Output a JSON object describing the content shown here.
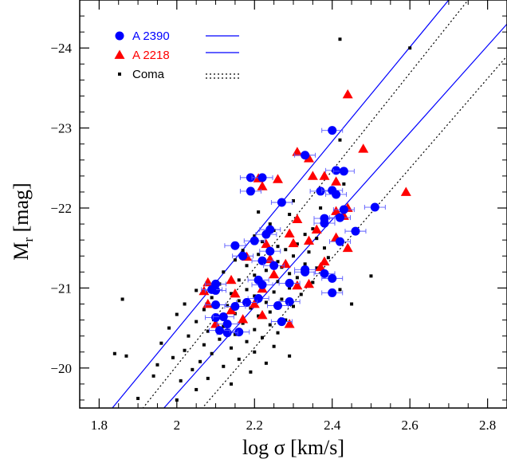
{
  "chart_data": {
    "type": "scatter",
    "xlabel": "log σ [km/s]",
    "ylabel": "M_r [mag]",
    "xlim": [
      1.75,
      2.85
    ],
    "ylim": [
      -24.6,
      -19.5
    ],
    "y_inverted": true,
    "x_ticks": [
      "1.8",
      "2",
      "2.2",
      "2.4",
      "2.6",
      "2.8"
    ],
    "y_ticks": [
      "−24",
      "−23",
      "−22",
      "−21",
      "−20"
    ],
    "x_tick_values": [
      1.8,
      2.0,
      2.2,
      2.4,
      2.6,
      2.8
    ],
    "y_tick_values": [
      -24,
      -23,
      -22,
      -21,
      -20
    ],
    "legend_position": "top-left",
    "series": [
      {
        "name": "A 2390",
        "marker": "circle",
        "color": "#0000ff",
        "error_bars": true,
        "line_style": "solid",
        "points": [
          [
            2.4,
            -22.97
          ],
          [
            2.33,
            -22.66
          ],
          [
            2.41,
            -22.47
          ],
          [
            2.43,
            -22.46
          ],
          [
            2.19,
            -22.38
          ],
          [
            2.22,
            -22.38
          ],
          [
            2.19,
            -22.21
          ],
          [
            2.37,
            -22.21
          ],
          [
            2.4,
            -22.22
          ],
          [
            2.41,
            -22.17
          ],
          [
            2.27,
            -22.07
          ],
          [
            2.51,
            -22.01
          ],
          [
            2.43,
            -21.98
          ],
          [
            2.42,
            -21.88
          ],
          [
            2.38,
            -21.87
          ],
          [
            2.38,
            -21.81
          ],
          [
            2.24,
            -21.73
          ],
          [
            2.46,
            -21.71
          ],
          [
            2.23,
            -21.67
          ],
          [
            2.2,
            -21.59
          ],
          [
            2.42,
            -21.58
          ],
          [
            2.15,
            -21.53
          ],
          [
            2.24,
            -21.46
          ],
          [
            2.17,
            -21.4
          ],
          [
            2.22,
            -21.34
          ],
          [
            2.25,
            -21.28
          ],
          [
            2.33,
            -21.23
          ],
          [
            2.33,
            -21.2
          ],
          [
            2.38,
            -21.18
          ],
          [
            2.4,
            -21.12
          ],
          [
            2.21,
            -21.1
          ],
          [
            2.29,
            -21.06
          ],
          [
            2.1,
            -21.05
          ],
          [
            2.22,
            -21.04
          ],
          [
            2.1,
            -20.97
          ],
          [
            2.09,
            -20.98
          ],
          [
            2.4,
            -20.94
          ],
          [
            2.21,
            -20.87
          ],
          [
            2.29,
            -20.83
          ],
          [
            2.18,
            -20.82
          ],
          [
            2.1,
            -20.79
          ],
          [
            2.26,
            -20.78
          ],
          [
            2.15,
            -20.77
          ],
          [
            2.1,
            -20.63
          ],
          [
            2.12,
            -20.64
          ],
          [
            2.27,
            -20.58
          ],
          [
            2.13,
            -20.55
          ],
          [
            2.16,
            -20.45
          ],
          [
            2.13,
            -20.44
          ],
          [
            2.11,
            -20.47
          ]
        ]
      },
      {
        "name": "A 2218",
        "marker": "triangle",
        "color": "#ff0000",
        "line_style": "solid",
        "points": [
          [
            2.44,
            -23.42
          ],
          [
            2.48,
            -22.74
          ],
          [
            2.31,
            -22.7
          ],
          [
            2.34,
            -22.62
          ],
          [
            2.35,
            -22.4
          ],
          [
            2.21,
            -22.37
          ],
          [
            2.26,
            -22.36
          ],
          [
            2.22,
            -22.27
          ],
          [
            2.59,
            -22.2
          ],
          [
            2.41,
            -22.33
          ],
          [
            2.38,
            -22.4
          ],
          [
            2.44,
            -22.0
          ],
          [
            2.41,
            -21.96
          ],
          [
            2.43,
            -21.9
          ],
          [
            2.31,
            -21.86
          ],
          [
            2.36,
            -21.73
          ],
          [
            2.29,
            -21.68
          ],
          [
            2.3,
            -21.56
          ],
          [
            2.34,
            -21.59
          ],
          [
            2.23,
            -21.55
          ],
          [
            2.41,
            -21.63
          ],
          [
            2.44,
            -21.5
          ],
          [
            2.18,
            -21.39
          ],
          [
            2.24,
            -21.36
          ],
          [
            2.28,
            -21.3
          ],
          [
            2.38,
            -21.33
          ],
          [
            2.37,
            -21.26
          ],
          [
            2.14,
            -21.1
          ],
          [
            2.25,
            -21.17
          ],
          [
            2.31,
            -21.03
          ],
          [
            2.34,
            -21.05
          ],
          [
            2.08,
            -21.07
          ],
          [
            2.22,
            -20.99
          ],
          [
            2.15,
            -20.93
          ],
          [
            2.07,
            -20.96
          ],
          [
            2.2,
            -20.8
          ],
          [
            2.08,
            -20.8
          ],
          [
            2.14,
            -20.72
          ],
          [
            2.22,
            -20.66
          ],
          [
            2.17,
            -20.61
          ],
          [
            2.1,
            -20.55
          ],
          [
            2.29,
            -20.55
          ]
        ]
      },
      {
        "name": "Coma",
        "marker": "square",
        "color": "#000000",
        "line_style": "dotted",
        "points": [
          [
            2.42,
            -24.11
          ],
          [
            2.6,
            -24.0
          ],
          [
            2.42,
            -22.85
          ],
          [
            2.41,
            -22.34
          ],
          [
            2.43,
            -22.3
          ],
          [
            2.3,
            -22.09
          ],
          [
            2.37,
            -22.0
          ],
          [
            2.21,
            -21.95
          ],
          [
            2.29,
            -21.92
          ],
          [
            2.31,
            -21.86
          ],
          [
            2.38,
            -21.8
          ],
          [
            2.24,
            -21.8
          ],
          [
            2.35,
            -21.74
          ],
          [
            2.25,
            -21.72
          ],
          [
            2.33,
            -21.67
          ],
          [
            2.2,
            -21.65
          ],
          [
            2.36,
            -21.62
          ],
          [
            2.22,
            -21.58
          ],
          [
            2.31,
            -21.55
          ],
          [
            2.26,
            -21.52
          ],
          [
            2.38,
            -21.5
          ],
          [
            2.28,
            -21.48
          ],
          [
            2.17,
            -21.47
          ],
          [
            2.34,
            -21.45
          ],
          [
            2.21,
            -21.42
          ],
          [
            2.3,
            -21.4
          ],
          [
            2.39,
            -21.38
          ],
          [
            2.15,
            -21.35
          ],
          [
            2.26,
            -21.33
          ],
          [
            2.33,
            -21.3
          ],
          [
            2.18,
            -21.28
          ],
          [
            2.27,
            -21.26
          ],
          [
            2.36,
            -21.25
          ],
          [
            2.23,
            -21.22
          ],
          [
            2.12,
            -21.2
          ],
          [
            2.29,
            -21.18
          ],
          [
            2.2,
            -21.16
          ],
          [
            2.31,
            -21.13
          ],
          [
            2.16,
            -21.1
          ],
          [
            2.26,
            -21.08
          ],
          [
            2.35,
            -21.07
          ],
          [
            2.11,
            -21.05
          ],
          [
            2.22,
            -21.02
          ],
          [
            2.29,
            -21.0
          ],
          [
            2.18,
            -20.98
          ],
          [
            2.05,
            -20.97
          ],
          [
            2.25,
            -20.95
          ],
          [
            2.14,
            -20.93
          ],
          [
            2.32,
            -20.92
          ],
          [
            2.2,
            -20.9
          ],
          [
            2.09,
            -20.88
          ],
          [
            2.27,
            -20.86
          ],
          [
            2.16,
            -20.84
          ],
          [
            2.23,
            -20.82
          ],
          [
            2.02,
            -20.8
          ],
          [
            2.13,
            -20.78
          ],
          [
            2.3,
            -20.77
          ],
          [
            2.19,
            -20.75
          ],
          [
            2.07,
            -20.73
          ],
          [
            2.24,
            -20.7
          ],
          [
            2.15,
            -20.68
          ],
          [
            2.0,
            -20.67
          ],
          [
            2.21,
            -20.65
          ],
          [
            2.1,
            -20.62
          ],
          [
            2.28,
            -20.6
          ],
          [
            2.05,
            -20.58
          ],
          [
            2.17,
            -20.56
          ],
          [
            2.24,
            -20.54
          ],
          [
            2.12,
            -20.52
          ],
          [
            1.98,
            -20.5
          ],
          [
            2.2,
            -20.48
          ],
          [
            2.08,
            -20.46
          ],
          [
            2.26,
            -20.44
          ],
          [
            2.15,
            -20.42
          ],
          [
            2.03,
            -20.4
          ],
          [
            2.22,
            -20.38
          ],
          [
            2.11,
            -20.36
          ],
          [
            2.18,
            -20.33
          ],
          [
            1.96,
            -20.31
          ],
          [
            2.07,
            -20.29
          ],
          [
            2.25,
            -20.27
          ],
          [
            2.14,
            -20.25
          ],
          [
            2.02,
            -20.22
          ],
          [
            2.2,
            -20.2
          ],
          [
            2.09,
            -20.18
          ],
          [
            2.29,
            -20.15
          ],
          [
            1.99,
            -20.13
          ],
          [
            2.16,
            -20.11
          ],
          [
            2.06,
            -20.08
          ],
          [
            2.23,
            -20.06
          ],
          [
            1.95,
            -20.04
          ],
          [
            2.12,
            -20.02
          ],
          [
            2.04,
            -19.98
          ],
          [
            2.19,
            -19.95
          ],
          [
            1.94,
            -19.9
          ],
          [
            2.08,
            -19.87
          ],
          [
            2.01,
            -19.84
          ],
          [
            2.14,
            -19.8
          ],
          [
            2.05,
            -19.73
          ],
          [
            1.9,
            -19.62
          ],
          [
            2.0,
            -19.6
          ],
          [
            1.84,
            -20.18
          ],
          [
            1.86,
            -20.86
          ],
          [
            1.87,
            -20.15
          ],
          [
            2.45,
            -20.8
          ],
          [
            2.5,
            -21.15
          ],
          [
            2.42,
            -20.98
          ]
        ]
      }
    ],
    "fit_lines": [
      {
        "series": "A 2390",
        "style": "solid",
        "color": "#0000ff",
        "p1": [
          1.8,
          -19.3
        ],
        "p2": [
          2.7,
          -24.6
        ]
      },
      {
        "series": "A 2390",
        "style": "solid",
        "color": "#0000ff",
        "p1": [
          1.93,
          -19.3
        ],
        "p2": [
          2.85,
          -24.3
        ]
      },
      {
        "series": "Coma",
        "style": "dotted",
        "color": "#000000",
        "p1": [
          1.88,
          -19.3
        ],
        "p2": [
          2.75,
          -24.6
        ]
      },
      {
        "series": "Coma",
        "style": "dotted",
        "color": "#000000",
        "p1": [
          2.03,
          -19.3
        ],
        "p2": [
          2.85,
          -23.9
        ]
      }
    ]
  }
}
